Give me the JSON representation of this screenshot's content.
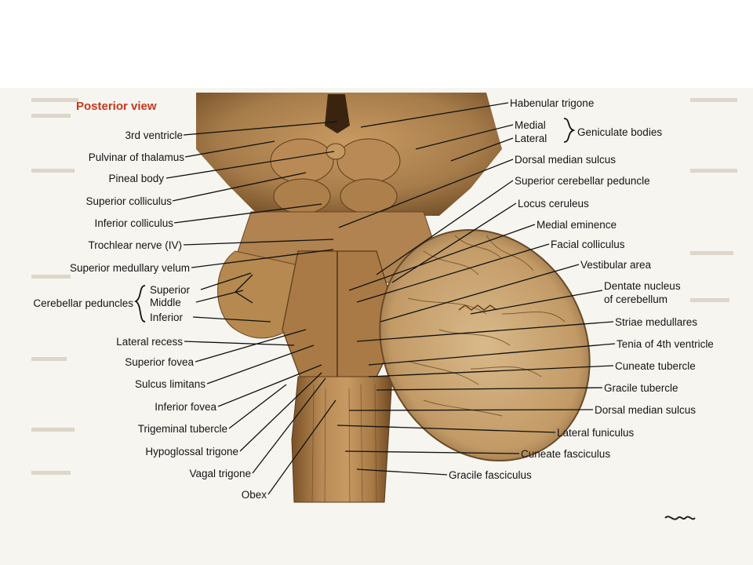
{
  "view_title": "Posterior view",
  "title_color": "#c8371c",
  "tissue_color": "#a67c4a",
  "labels_left": {
    "third_ventricle": "3rd ventricle",
    "pulvinar": "Pulvinar of thalamus",
    "pineal_body": "Pineal body",
    "superior_colliculus": "Superior colliculus",
    "inferior_colliculus": "Inferior colliculus",
    "trochlear_nerve": "Trochlear nerve (IV)",
    "superior_medullary_velum": "Superior medullary velum",
    "cerebellar_peduncles": "Cerebellar peduncles",
    "peduncle_superior": "Superior",
    "peduncle_middle": "Middle",
    "peduncle_inferior": "Inferior",
    "lateral_recess": "Lateral recess",
    "superior_fovea": "Superior fovea",
    "sulcus_limitans": "Sulcus limitans",
    "inferior_fovea": "Inferior fovea",
    "trigeminal_tubercle": "Trigeminal tubercle",
    "hypoglossal_trigone": "Hypoglossal trigone",
    "vagal_trigone": "Vagal trigone",
    "obex": "Obex"
  },
  "labels_right": {
    "habenular_trigone": "Habenular trigone",
    "medial": "Medial",
    "lateral": "Lateral",
    "geniculate_bodies": "Geniculate bodies",
    "dorsal_median_sulcus_top": "Dorsal median sulcus",
    "superior_cerebellar_peduncle": "Superior cerebellar peduncle",
    "locus_ceruleus": "Locus ceruleus",
    "medial_eminence": "Medial eminence",
    "facial_colliculus": "Facial colliculus",
    "vestibular_area": "Vestibular area",
    "dentate_nucleus_1": "Dentate nucleus",
    "dentate_nucleus_2": "of cerebellum",
    "striae_medullares": "Striae medullares",
    "tenia_4th_ventricle": "Tenia of 4th ventricle",
    "cuneate_tubercle": "Cuneate tubercle",
    "gracile_tubercle": "Gracile tubercle",
    "dorsal_median_sulcus_bottom": "Dorsal median sulcus",
    "lateral_funiculus": "Lateral funiculus",
    "cuneate_fasciculus": "Cuneate fasciculus",
    "gracile_fasciculus": "Gracile fasciculus"
  }
}
